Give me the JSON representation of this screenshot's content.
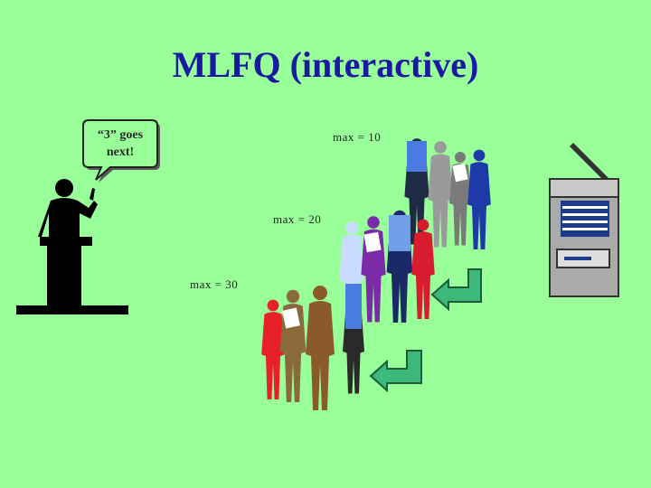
{
  "slide": {
    "title": "MLFQ (interactive)",
    "speaker_bubble": [
      "“3” goes",
      "next!"
    ],
    "queues": [
      {
        "label": "max = 10"
      },
      {
        "label": "max = 20"
      },
      {
        "label": "max = 30"
      }
    ]
  },
  "colors": {
    "background": "#99ff99",
    "title": "#1a1aa0",
    "return_arrow": "#3cb878"
  },
  "icons": [
    "speaker-silhouette-icon",
    "copier-icon",
    "return-arrow-icon"
  ]
}
